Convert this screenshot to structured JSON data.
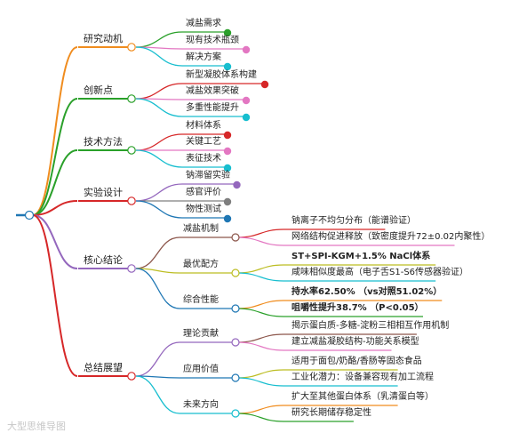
{
  "mindmap": {
    "branches": [
      {
        "label": "研究动机",
        "color": "#f08c1e",
        "children": [
          {
            "label": "减盐需求",
            "color": "#2aa02a",
            "children": []
          },
          {
            "label": "现有技术瓶颈",
            "color": "#e377c2",
            "children": []
          },
          {
            "label": "解决方案",
            "color": "#17becf",
            "children": []
          }
        ]
      },
      {
        "label": "创新点",
        "color": "#2aa02a",
        "children": [
          {
            "label": "新型凝胶体系构建",
            "color": "#d62728",
            "children": []
          },
          {
            "label": "减盐效果突破",
            "color": "#e377c2",
            "children": []
          },
          {
            "label": "多重性能提升",
            "color": "#17becf",
            "children": []
          }
        ]
      },
      {
        "label": "技术方法",
        "color": "#2aa02a",
        "children": [
          {
            "label": "材料体系",
            "color": "#d62728",
            "children": []
          },
          {
            "label": "关键工艺",
            "color": "#e377c2",
            "children": []
          },
          {
            "label": "表征技术",
            "color": "#17becf",
            "children": []
          }
        ]
      },
      {
        "label": "实验设计",
        "color": "#d62728",
        "children": [
          {
            "label": "钠滞留实验",
            "color": "#9467bd",
            "children": []
          },
          {
            "label": "感官评价",
            "color": "#7f7f7f",
            "children": []
          },
          {
            "label": "物性测试",
            "color": "#1f77b4",
            "children": []
          }
        ]
      },
      {
        "label": "核心结论",
        "color": "#9467bd",
        "children": [
          {
            "label": "减盐机制",
            "color": "#8c564b",
            "children": [
              {
                "label": "钠离子不均匀分布（能谱验证）",
                "color": "#d62728",
                "bold": false
              },
              {
                "label": "网络结构促进释放（致密度提升72±0.02内聚性）",
                "color": "#e377c2",
                "bold": false
              }
            ]
          },
          {
            "label": "最优配方",
            "color": "#bcbd22",
            "children": [
              {
                "label": "ST+SPI-KGM+1.5% NaCl体系",
                "color": "#bcbd22",
                "bold": true
              },
              {
                "label": "咸味相似度最高（电子舌S1-S6传感器验证）",
                "color": "#17becf",
                "bold": false
              }
            ]
          },
          {
            "label": "综合性能",
            "color": "#1f77b4",
            "children": [
              {
                "label": "持水率62.50%  （vs对照51.02%）",
                "color": "#f08c1e",
                "bold": true
              },
              {
                "label": "咀嚼性提升38.7%  （P<0.05）",
                "color": "#2aa02a",
                "bold": true
              }
            ]
          }
        ]
      },
      {
        "label": "总结展望",
        "color": "#d62728",
        "children": [
          {
            "label": "理论贡献",
            "color": "#9467bd",
            "children": [
              {
                "label": "揭示蛋白质-多糖-淀粉三相相互作用机制",
                "color": "#8c564b",
                "bold": false
              },
              {
                "label": "建立减盐凝胶结构-功能关系模型",
                "color": "#e377c2",
                "bold": false
              }
            ]
          },
          {
            "label": "应用价值",
            "color": "#1f77b4",
            "children": [
              {
                "label": "适用于面包/奶酪/香肠等固态食品",
                "color": "#bcbd22",
                "bold": false
              },
              {
                "label": "工业化潜力：设备兼容现有加工流程",
                "color": "#17becf",
                "bold": false
              }
            ]
          },
          {
            "label": "未来方向",
            "color": "#17becf",
            "children": [
              {
                "label": "扩大至其他蛋白体系（乳清蛋白等）",
                "color": "#f08c1e",
                "bold": false
              },
              {
                "label": "研究长期储存稳定性",
                "color": "#2aa02a",
                "bold": false
              }
            ]
          }
        ]
      }
    ]
  },
  "watermark": "大型思维导图",
  "colors": {
    "root": "#1f77b4"
  }
}
